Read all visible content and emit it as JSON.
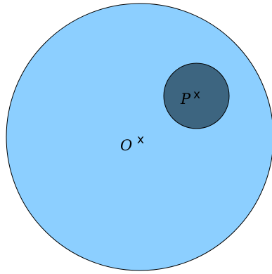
{
  "diagram": {
    "big_circle": {
      "fill": "#8ccfff",
      "stroke": "#000000"
    },
    "small_circle": {
      "fill": "#3d6580",
      "stroke": "#000000"
    },
    "points": {
      "o": {
        "label": "O",
        "marker": "x"
      },
      "p": {
        "label": "P",
        "marker": "x"
      }
    }
  }
}
